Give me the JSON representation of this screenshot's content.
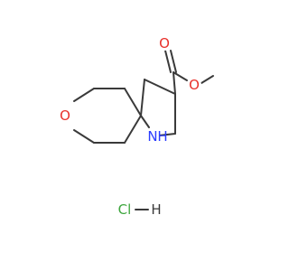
{
  "atoms": {
    "ring_oxygen": {
      "label": "O",
      "color": "#e8302a"
    },
    "ester_carbonyl_oxygen": {
      "label": "O",
      "color": "#e8302a"
    },
    "ester_ether_oxygen": {
      "label": "O",
      "color": "#e8302a"
    },
    "amine_nitrogen": {
      "label": "N",
      "color": "#2a3cff"
    },
    "amine_hydrogen": {
      "label": "H",
      "color": "#2a3cff"
    }
  },
  "salt": {
    "chlorine": {
      "label": "Cl",
      "color": "#3ea63e"
    },
    "hydrogen": {
      "label": "H",
      "color": "#3a3a3a"
    }
  },
  "colors": {
    "bond": "#3a3a3a",
    "background": "#ffffff"
  }
}
